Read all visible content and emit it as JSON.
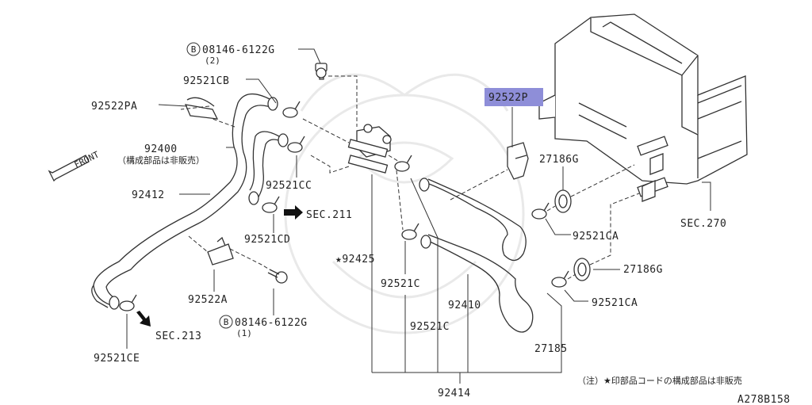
{
  "labels": {
    "b_bolt_top": "08146-6122G",
    "b_bolt_top_qty": "(2)",
    "p92521CB": "92521CB",
    "p92522PA": "92522PA",
    "p92400": "92400",
    "p92400_note": "（構成部品は非販売）",
    "front": "FRONT",
    "p92412": "92412",
    "p92521CC": "92521CC",
    "sec211": "SEC.211",
    "p92521CD": "92521CD",
    "p92425": "★92425",
    "p92522A": "92522A",
    "b_bolt_bottom": "08146-6122G",
    "b_bolt_bottom_qty": "(1)",
    "sec213": "SEC.213",
    "p92521CE": "92521CE",
    "p92521C_a": "92521C",
    "p92521C_b": "92521C",
    "p92410": "92410",
    "p92414": "92414",
    "p27185": "27185",
    "p92522P": "92522P",
    "p27186G_a": "27186G",
    "p27186G_b": "27186G",
    "p92521CA_a": "92521CA",
    "p92521CA_b": "92521CA",
    "sec270": "SEC.270",
    "footnote": "（注）★印部品コードの構成部品は非販売",
    "figure_code": "A278B158",
    "bolt_symbol": "B"
  },
  "colors": {
    "highlight": "#8e8ed8",
    "ink": "#333333"
  }
}
